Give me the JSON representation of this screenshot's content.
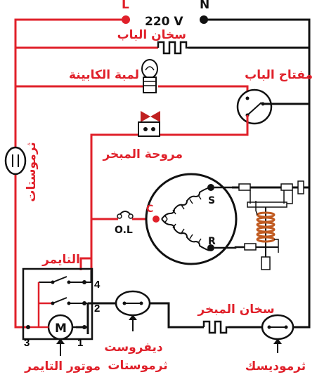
{
  "supply": {
    "live": "L",
    "neutral": "N",
    "voltage": "220 V"
  },
  "labels": {
    "door_heater": "سخان الباب",
    "cabin_lamp": "لمبة الكابينة",
    "door_switch": "مفتاح الباب",
    "evap_fan": "مروحة المبخر",
    "thermostat": "ثرموستات",
    "timer": "التايمر",
    "timer_motor": "موتور التايمر",
    "defrost_thermostat_l1": "ديفروست",
    "defrost_thermostat_l2": "ثرموستات",
    "evap_heater": "سخان المبخر",
    "thermodisc": "ثرموديسك",
    "overload": "O.L"
  },
  "terminals": {
    "common": "C",
    "start": "S",
    "run": "R",
    "motor": "M",
    "t1": "1",
    "t2": "2",
    "t3": "3",
    "t4": "4"
  },
  "colors": {
    "live_wire": "#e0202a",
    "neutral_wire": "#111111",
    "relay_coil": "#c05a20"
  }
}
